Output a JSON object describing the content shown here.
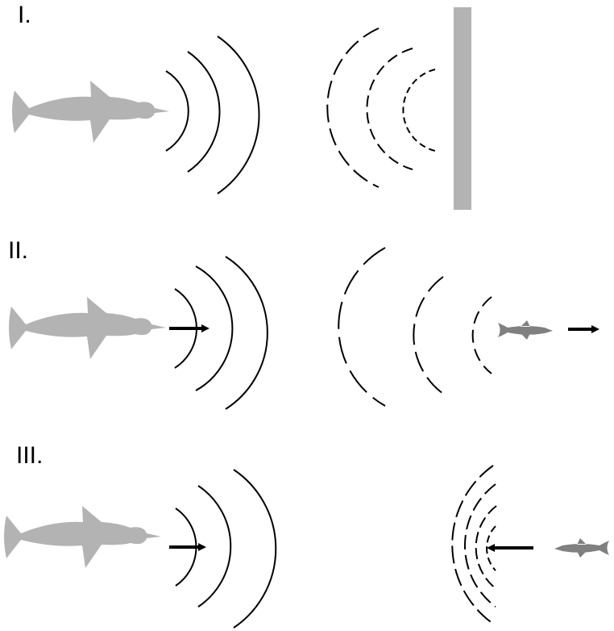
{
  "panels": [
    {
      "label": "I."
    },
    {
      "label": "II."
    },
    {
      "label": "III."
    }
  ],
  "colors": {
    "dolphin": "#b3b3b3",
    "fish": "#808080",
    "wall": "#b3b3b3",
    "wave": "#000000",
    "arrow": "#000000"
  },
  "icons": {
    "dolphin": "dolphin-silhouette-icon",
    "fish": "fish-silhouette-icon",
    "wall": "reflecting-wall",
    "arrow": "direction-arrow-icon"
  }
}
